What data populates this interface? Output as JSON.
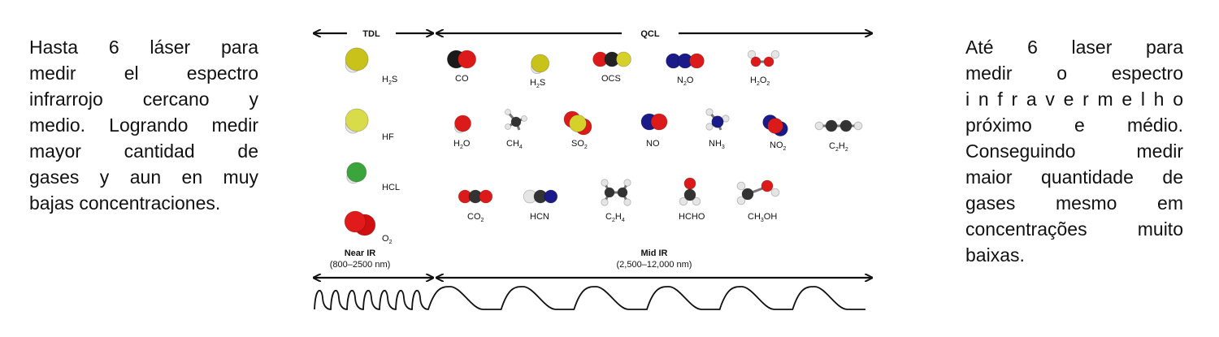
{
  "left_text": {
    "lines": [
      "Hasta 6 láser para",
      "medir el espectro",
      "infrarrojo cercano y",
      "medio. Logrando medir",
      "mayor cantidad de",
      "gases y aun en muy",
      "bajas concentraciones."
    ]
  },
  "right_text": {
    "lines": [
      "Até 6 laser para",
      "medir o espectro",
      "i n f r a v e r m e l h o",
      "próximo e médio.",
      "Conseguindo medir",
      "maior quantidade de",
      "gases mesmo em",
      "concentrações muito",
      "baixas."
    ]
  },
  "diagram": {
    "tdl_label": "TDL",
    "qcl_label": "QCL",
    "near_ir": {
      "title": "Near IR",
      "range": "(800–2500 nm)"
    },
    "mid_ir": {
      "title": "Mid IR",
      "range": "(2,500–12,000 nm)"
    },
    "molecules": [
      {
        "id": "h2s-near",
        "label": "H2S",
        "label_html": [
          "H",
          "2",
          "S"
        ],
        "colors": [
          "#c9c21a",
          "#e8e8e8"
        ]
      },
      {
        "id": "hf",
        "label": "HF",
        "label_html": [
          "HF"
        ],
        "colors": [
          "#d8dc4a",
          "#e5e5e5"
        ]
      },
      {
        "id": "hcl",
        "label": "HCL",
        "label_html": [
          "HCL"
        ],
        "colors": [
          "#3aa53a",
          "#e5e5e5"
        ]
      },
      {
        "id": "o2",
        "label": "O2",
        "label_html": [
          "O",
          "2",
          ""
        ],
        "colors": [
          "#e11b1b",
          "#d01010"
        ]
      },
      {
        "id": "co",
        "label": "CO",
        "label_html": [
          "CO"
        ],
        "colors": [
          "#1a1a1a",
          "#dd1a1a"
        ]
      },
      {
        "id": "h2s-mid",
        "label": "H2S",
        "label_html": [
          "H",
          "2",
          "S"
        ],
        "colors": [
          "#c9c21a",
          "#e8e8e8"
        ]
      },
      {
        "id": "ocs",
        "label": "OCS",
        "label_html": [
          "OCS"
        ],
        "colors": [
          "#dd1a1a",
          "#222",
          "#d6d12a"
        ]
      },
      {
        "id": "n2o",
        "label": "N2O",
        "label_html": [
          "N",
          "2",
          "O"
        ],
        "colors": [
          "#1a1a88",
          "#1a1a88",
          "#dd1a1a"
        ]
      },
      {
        "id": "h2o2",
        "label": "H2O2",
        "label_html": [
          "H",
          "2",
          "O",
          "2",
          ""
        ],
        "colors": [
          "#dd1a1a",
          "#e5e5e5"
        ]
      },
      {
        "id": "h2o",
        "label": "H2O",
        "label_html": [
          "H",
          "2",
          "O"
        ],
        "colors": [
          "#dd1a1a",
          "#e5e5e5"
        ]
      },
      {
        "id": "ch4",
        "label": "CH4",
        "label_html": [
          "CH",
          "4",
          ""
        ],
        "colors": [
          "#333",
          "#e5e5e5"
        ]
      },
      {
        "id": "so2",
        "label": "SO2",
        "label_html": [
          "SO",
          "2",
          ""
        ],
        "colors": [
          "#d6d12a",
          "#dd1a1a"
        ]
      },
      {
        "id": "no",
        "label": "NO",
        "label_html": [
          "NO"
        ],
        "colors": [
          "#1a1a88",
          "#dd1a1a"
        ]
      },
      {
        "id": "nh3",
        "label": "NH3",
        "label_html": [
          "NH",
          "3",
          ""
        ],
        "colors": [
          "#1a1a88",
          "#e5e5e5"
        ]
      },
      {
        "id": "no2",
        "label": "NO2",
        "label_html": [
          "NO",
          "2",
          ""
        ],
        "colors": [
          "#dd1a1a",
          "#1a1a88"
        ]
      },
      {
        "id": "c2h2",
        "label": "C2H2",
        "label_html": [
          "C",
          "2",
          "H",
          "2",
          ""
        ],
        "colors": [
          "#333",
          "#e5e5e5"
        ]
      },
      {
        "id": "co2",
        "label": "CO2",
        "label_html": [
          "CO",
          "2",
          ""
        ],
        "colors": [
          "#dd1a1a",
          "#333"
        ]
      },
      {
        "id": "hcn",
        "label": "HCN",
        "label_html": [
          "HCN"
        ],
        "colors": [
          "#e5e5e5",
          "#333",
          "#1a1a88"
        ]
      },
      {
        "id": "c2h4",
        "label": "C2H4",
        "label_html": [
          "C",
          "2",
          "H",
          "4",
          ""
        ],
        "colors": [
          "#333",
          "#e5e5e5"
        ]
      },
      {
        "id": "hcho",
        "label": "HCHO",
        "label_html": [
          "HCHO"
        ],
        "colors": [
          "#dd1a1a",
          "#333",
          "#e5e5e5"
        ]
      },
      {
        "id": "ch3oh",
        "label": "CH3OH",
        "label_html": [
          "CH",
          "3",
          "OH"
        ],
        "colors": [
          "#333",
          "#dd1a1a",
          "#e5e5e5"
        ]
      }
    ]
  }
}
